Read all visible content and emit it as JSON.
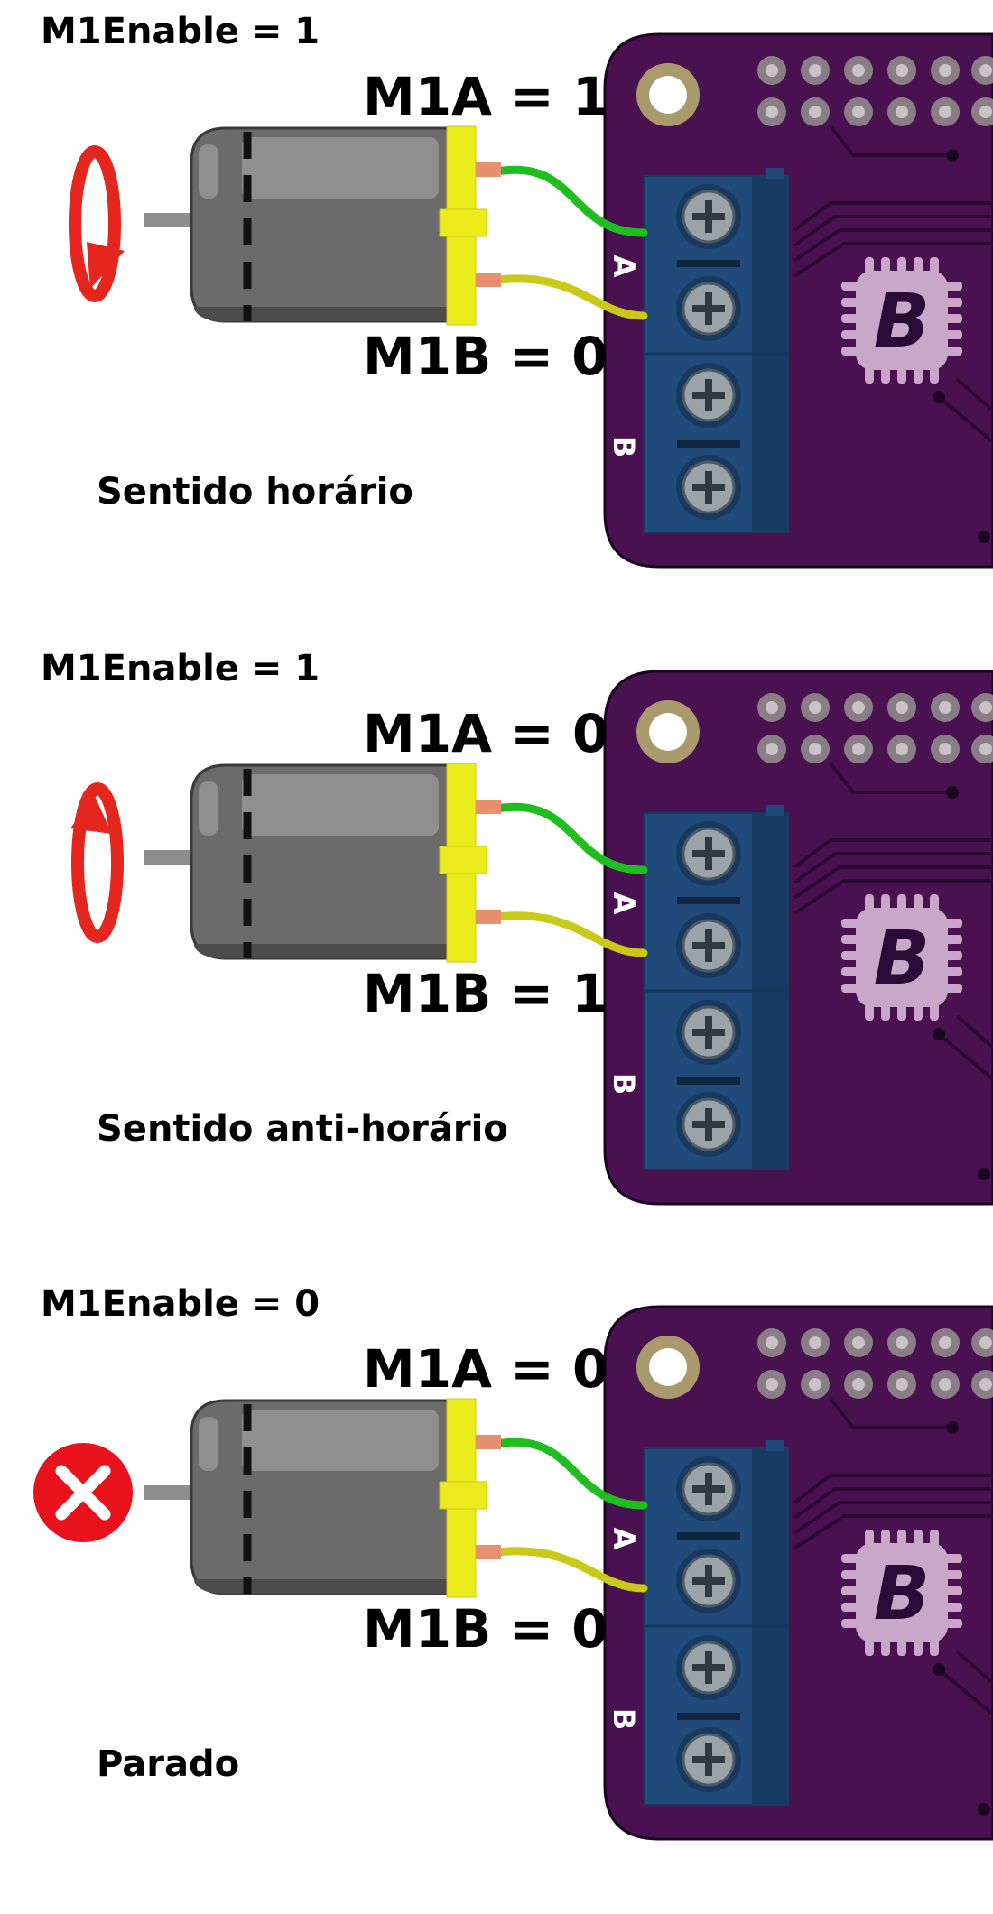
{
  "terminal_labels": {
    "a": "A",
    "b": "B"
  },
  "chip_letter": "B",
  "colors": {
    "board": "#4a1150",
    "terminal_block": "#1f4a7a",
    "motor_body": "#6b6b6b",
    "motor_cap": "#ecec1c",
    "wire_a": "#1fbd1f",
    "wire_b": "#c9c91a",
    "arrow": "#e5261f",
    "stop": "#e8121d"
  },
  "panels": [
    {
      "enable_label": "M1Enable = 1",
      "m1a_label": "M1A = 1",
      "m1b_label": "M1B = 0",
      "caption": "Sentido horário",
      "state_icon": "clockwise-arrow-icon"
    },
    {
      "enable_label": "M1Enable = 1",
      "m1a_label": "M1A = 0",
      "m1b_label": "M1B = 1",
      "caption": "Sentido anti-horário",
      "state_icon": "counterclockwise-arrow-icon"
    },
    {
      "enable_label": "M1Enable = 0",
      "m1a_label": "M1A = 0",
      "m1b_label": "M1B = 0",
      "caption": "Parado",
      "state_icon": "stop-x-icon"
    }
  ]
}
